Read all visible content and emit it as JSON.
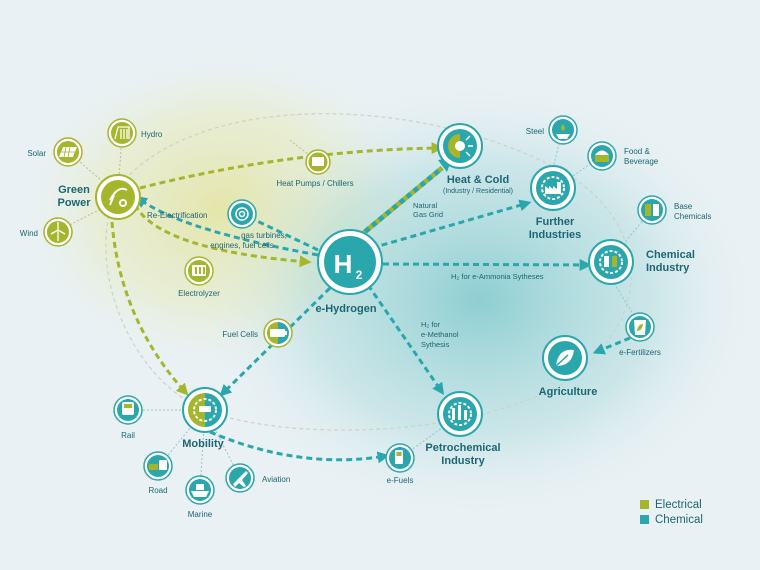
{
  "colors": {
    "electrical": "#a5b52c",
    "chemical": "#2aa6ad",
    "label": "#1d6673"
  },
  "hub": {
    "symbol": "H",
    "subscript": "2",
    "label": "e-Hydrogen"
  },
  "nodes": {
    "green_power": {
      "line1": "Green",
      "line2": "Power",
      "icon": "plug-leaf-icon"
    },
    "heat_cold": {
      "label": "Heat & Cold",
      "sublabel": "(Industry / Residential)",
      "icon": "sun-snowflake-icon"
    },
    "further_industries": {
      "line1": "Further",
      "line2": "Industries",
      "icon": "factory-gear-icon"
    },
    "chemical_industry": {
      "line1": "Chemical",
      "line2": "Industry",
      "icon": "chemical-gear-icon"
    },
    "agriculture": {
      "label": "Agriculture",
      "icon": "leaf-icon"
    },
    "petrochemical": {
      "line1": "Petrochemical",
      "line2": "Industry",
      "icon": "refinery-gear-icon"
    },
    "mobility": {
      "label": "Mobility",
      "icon": "vehicle-gear-icon"
    }
  },
  "satellites": {
    "hydro": "Hydro",
    "solar": "Solar",
    "wind": "Wind",
    "heat_pumps": "Heat Pumps / Chillers",
    "gas_turbines": [
      "gas turbines,",
      "engines, fuel cells"
    ],
    "electrolyzer": "Electrolyzer",
    "fuel_cells": "Fuel Cells",
    "steel": "Steel",
    "food_beverage": [
      "Food &",
      "Beverage"
    ],
    "base_chemicals": [
      "Base",
      "Chemicals"
    ],
    "e_fertilizers": "e-Fertilizers",
    "e_fuels": "e-Fuels",
    "rail": "Rail",
    "road": "Road",
    "marine": "Marine",
    "aviation": "Aviation"
  },
  "edge_labels": {
    "re_electrification": "Re-Electrification",
    "natural_gas_grid": [
      "Natural",
      "Gas Grid"
    ],
    "ammonia": "H₂ for e-Ammonia Sytheses",
    "methanol": [
      "H₂ for",
      "e-Methanol",
      "Sythesis"
    ]
  },
  "legend": [
    {
      "label": "Electrical",
      "color": "#a5b52c"
    },
    {
      "label": "Chemical",
      "color": "#2aa6ad"
    }
  ]
}
